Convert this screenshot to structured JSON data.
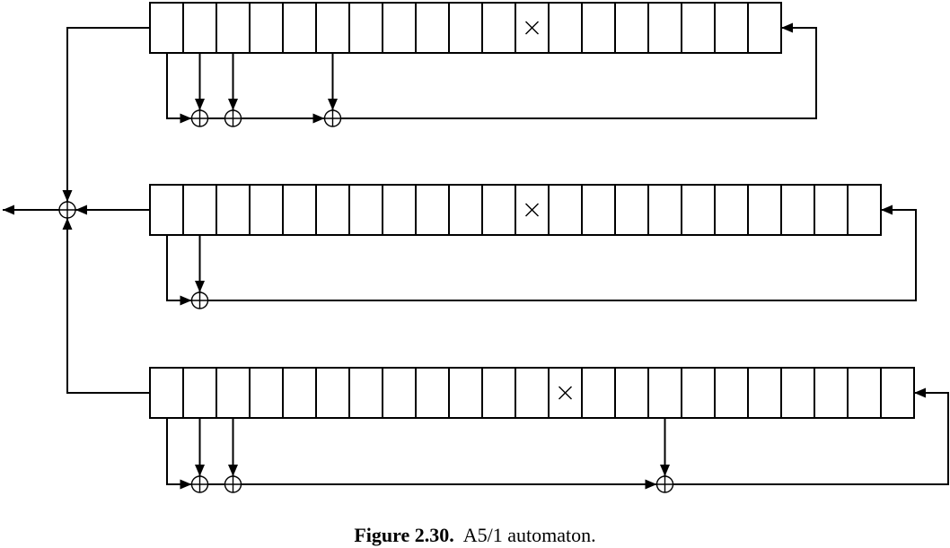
{
  "caption": {
    "number": "Figure 2.30.",
    "text": "A5/1 automaton."
  },
  "symbols": {
    "xor": "circled-plus-icon",
    "clock_bit": "times-icon"
  },
  "registers": [
    {
      "name": "register-1",
      "cells": 19,
      "clock_cell": 11,
      "taps": [
        0,
        1,
        2,
        5
      ]
    },
    {
      "name": "register-2",
      "cells": 22,
      "clock_cell": 11,
      "taps": [
        0,
        1
      ]
    },
    {
      "name": "register-3",
      "cells": 23,
      "clock_cell": 12,
      "taps": [
        0,
        1,
        2,
        15
      ]
    }
  ]
}
